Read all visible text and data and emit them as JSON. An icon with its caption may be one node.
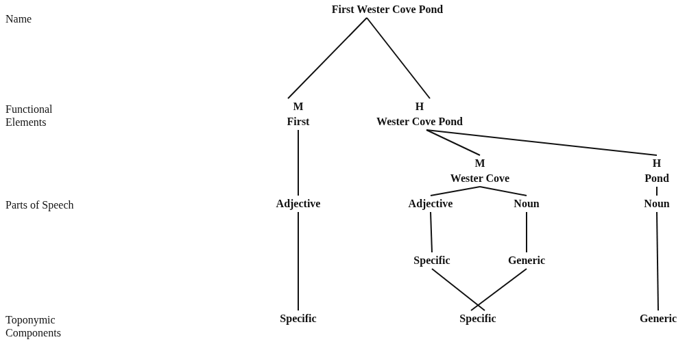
{
  "diagram": {
    "nodes": [
      {
        "text": [
          "First Wester Cove Pond"
        ]
      },
      {
        "text": [
          "M",
          "First"
        ]
      },
      {
        "text": [
          "H",
          "Wester Cove Pond"
        ]
      },
      {
        "text": [
          "M",
          "Wester Cove"
        ]
      },
      {
        "text": [
          "H",
          "Pond"
        ]
      },
      {
        "text": [
          "Adjective"
        ]
      },
      {
        "text": [
          "Adjective"
        ]
      },
      {
        "text": [
          "Noun"
        ]
      },
      {
        "text": [
          "Noun"
        ]
      },
      {
        "text": [
          "Specific"
        ]
      },
      {
        "text": [
          "Generic"
        ]
      },
      {
        "text": [
          "Specific"
        ]
      },
      {
        "text": [
          "Specific"
        ]
      },
      {
        "text": [
          "Generic"
        ]
      }
    ],
    "edges": [
      {
        "from": 0,
        "to": 1,
        "arrow": "none"
      },
      {
        "from": 0,
        "to": 2,
        "arrow": "none"
      },
      {
        "from": 2,
        "to": 3,
        "arrow": "none"
      },
      {
        "from": 2,
        "to": 4,
        "arrow": "none"
      },
      {
        "from": 1,
        "to": 5,
        "arrow": "none"
      },
      {
        "from": 3,
        "to": 6,
        "arrow": "none"
      },
      {
        "from": 3,
        "to": 7,
        "arrow": "none"
      },
      {
        "from": 4,
        "to": 8,
        "arrow": "none"
      },
      {
        "from": 5,
        "to": 11,
        "arrow": "none"
      },
      {
        "from": 6,
        "to": 9,
        "arrow": "none"
      },
      {
        "from": 7,
        "to": 10,
        "arrow": "none"
      },
      {
        "from": 9,
        "to": 12,
        "arrow": "none"
      },
      {
        "from": 10,
        "to": 12,
        "arrow": "none"
      },
      {
        "from": 8,
        "to": 13,
        "arrow": "none"
      }
    ],
    "labels": [
      "Name",
      "Functional Elements",
      "Parts of Speech",
      "Toponymic Components"
    ]
  }
}
